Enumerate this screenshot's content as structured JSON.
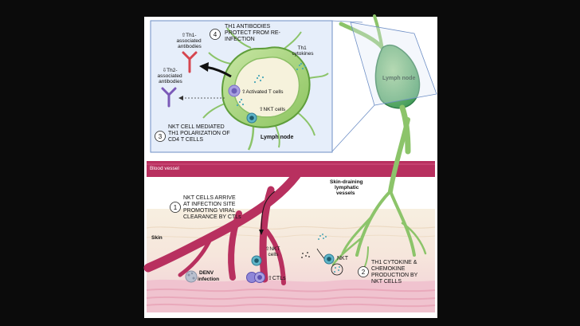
{
  "labels": {
    "step4": "TH1 ANTIBODIES PROTECT FROM RE-INFECTION",
    "step4_lines": [
      "TH1 ANTIBODIES",
      "PROTECT FROM RE-",
      "INFECTION"
    ],
    "th1_antibodies": [
      "⇧Th1-",
      "associated",
      "antibodies"
    ],
    "th2_antibodies": [
      "⇩Th2-",
      "associated",
      "antibodies"
    ],
    "th1_cytokines": [
      "Th1",
      "cytokines"
    ],
    "activated_t_cells": "⇧Activated T cells",
    "nkt_cells_node": "⇧NKT cells",
    "lymph_node_inset": "Lymph node",
    "step3_lines": [
      "NKT CELL MEDIATED",
      "TH1 POLARIZATION OF",
      "CD4 T CELLS"
    ],
    "lymph_node_main": "Lymph node",
    "blood_vessel": "Blood vessel",
    "skin_draining": [
      "Skin-draining",
      "lymphatic",
      "vessels"
    ],
    "step1_lines": [
      "NKT CELLS ARRIVE",
      "AT INFECTION SITE",
      "PROMOTING VIRAL",
      "CLEARANCE BY CTLs"
    ],
    "skin": "Skin",
    "nkt_cells_skin": [
      "⇧NKT",
      "cells"
    ],
    "denv": [
      "DENV",
      "infection"
    ],
    "ctls": "⇧CTLs",
    "nkt": "NKT",
    "step2_lines": [
      "TH1 CYTOKINE &",
      "CHEMOKINE",
      "PRODUCTION BY",
      "NKT CELLS"
    ],
    "num1": "1",
    "num2": "2",
    "num3": "3",
    "num4": "4"
  },
  "colors": {
    "lymph_green": "#9fcf6e",
    "lymph_dark": "#3f8f4a",
    "vessel": "#b8305f",
    "inset_bg": "#e6eefa",
    "skin_top": "#f5ebd8",
    "skin_pink": "#f4d9de"
  }
}
